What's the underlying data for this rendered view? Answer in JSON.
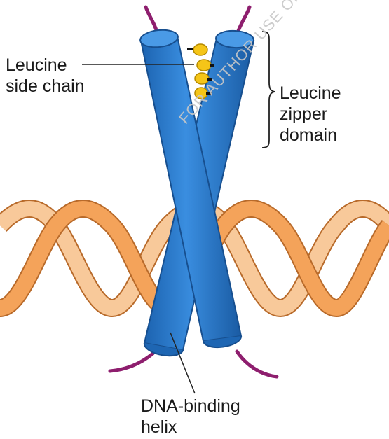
{
  "labels": {
    "leucine_side_chain": [
      "Leucine",
      "side chain"
    ],
    "leucine_zipper_domain": [
      "Leucine",
      "zipper",
      "domain"
    ],
    "dna_binding_helix": [
      "DNA-binding",
      "helix"
    ]
  },
  "watermark": "FOR AUTHOR USE ONLY",
  "colors": {
    "helix_blue": "#2f7fd0",
    "helix_blue_dark": "#1a5fa8",
    "dna_strand_front": "#f4a35a",
    "dna_strand_back": "#f8c99a",
    "dna_outline": "#b86a2a",
    "leucine_yellow": "#f5c518",
    "tail_purple": "#8e1e6e"
  }
}
